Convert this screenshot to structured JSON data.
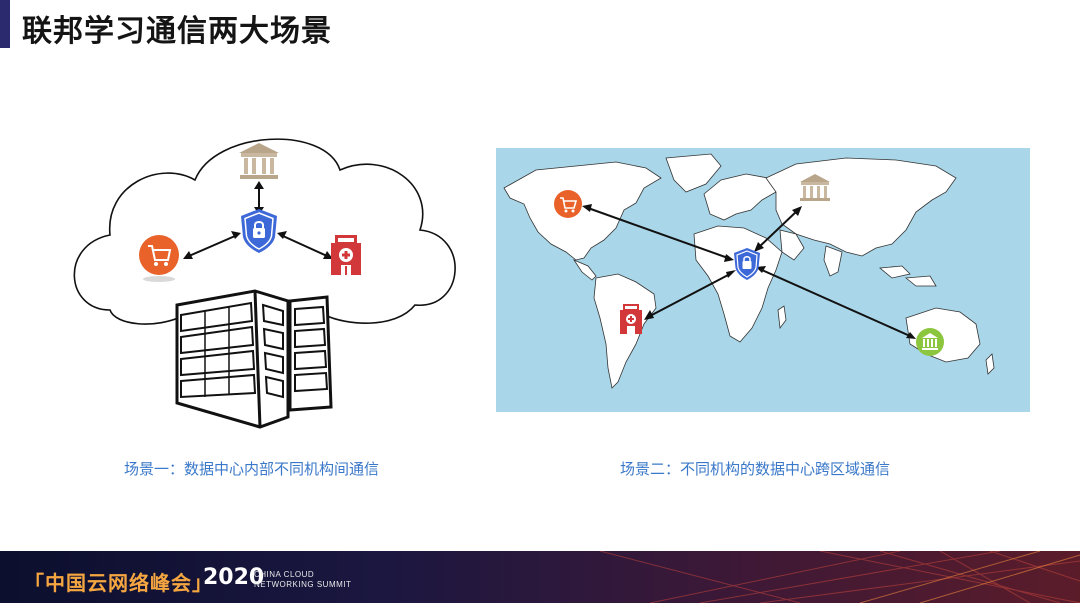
{
  "slide": {
    "title": "联邦学习通信两大场景",
    "caption_left": "场景一：数据中心内部不同机构间通信",
    "caption_right": "场景二：不同机构的数据中心跨区域通信"
  },
  "footer": {
    "brand": "「中国云网络峰会」",
    "year": "2020",
    "sub_line1": "CHINA CLOUD",
    "sub_line2": "NETWORKING SUMMIT"
  },
  "colors": {
    "title_bar": "#2b2a6e",
    "caption": "#3a78c9",
    "shield": "#3d68d8",
    "ocean": "#a9d6e8",
    "land": "#ffffff",
    "shop": "#e8622a",
    "hospital": "#d2383a",
    "bank": "#c9b7a0",
    "green_bank": "#8cc63f",
    "footer_brand": "#f5a640"
  },
  "icons": {
    "shield": "lock-shield-icon",
    "bank": "bank-building-icon",
    "shop": "shopping-cart-icon",
    "hospital": "hospital-icon",
    "servers": "data-center-icon",
    "cloud": "cloud-icon",
    "map": "world-map"
  }
}
